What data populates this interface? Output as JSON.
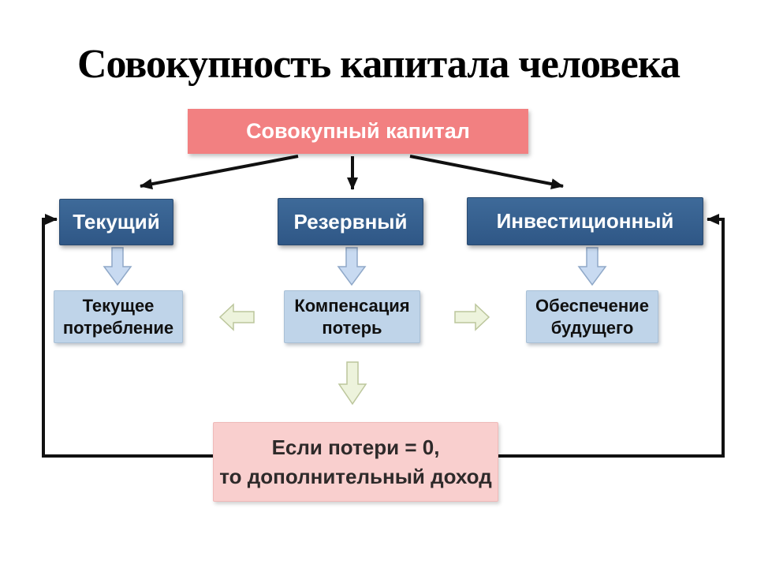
{
  "title": "Совокупность капитала человека",
  "diagram": {
    "root": {
      "label": "Совокупный капитал"
    },
    "capitals": [
      {
        "label": "Текущий",
        "outcome": "Текущее потребление"
      },
      {
        "label": "Резервный",
        "outcome": "Компенсация потерь"
      },
      {
        "label": "Инвестиционный",
        "outcome": "Обеспечение будущего"
      }
    ],
    "feedback": {
      "line1": "Если потери = 0,",
      "line2": "то дополнительный доход"
    }
  },
  "colors": {
    "root_box": "#F28081",
    "capital_box": "#36618F",
    "outcome_box": "#BFD4E9",
    "feedback_box": "#F9CFCE",
    "connector": "#111111",
    "block_arrow_blue": "#C8DAF1",
    "block_arrow_green": "#EDF3DC",
    "title_text": "#000000"
  }
}
